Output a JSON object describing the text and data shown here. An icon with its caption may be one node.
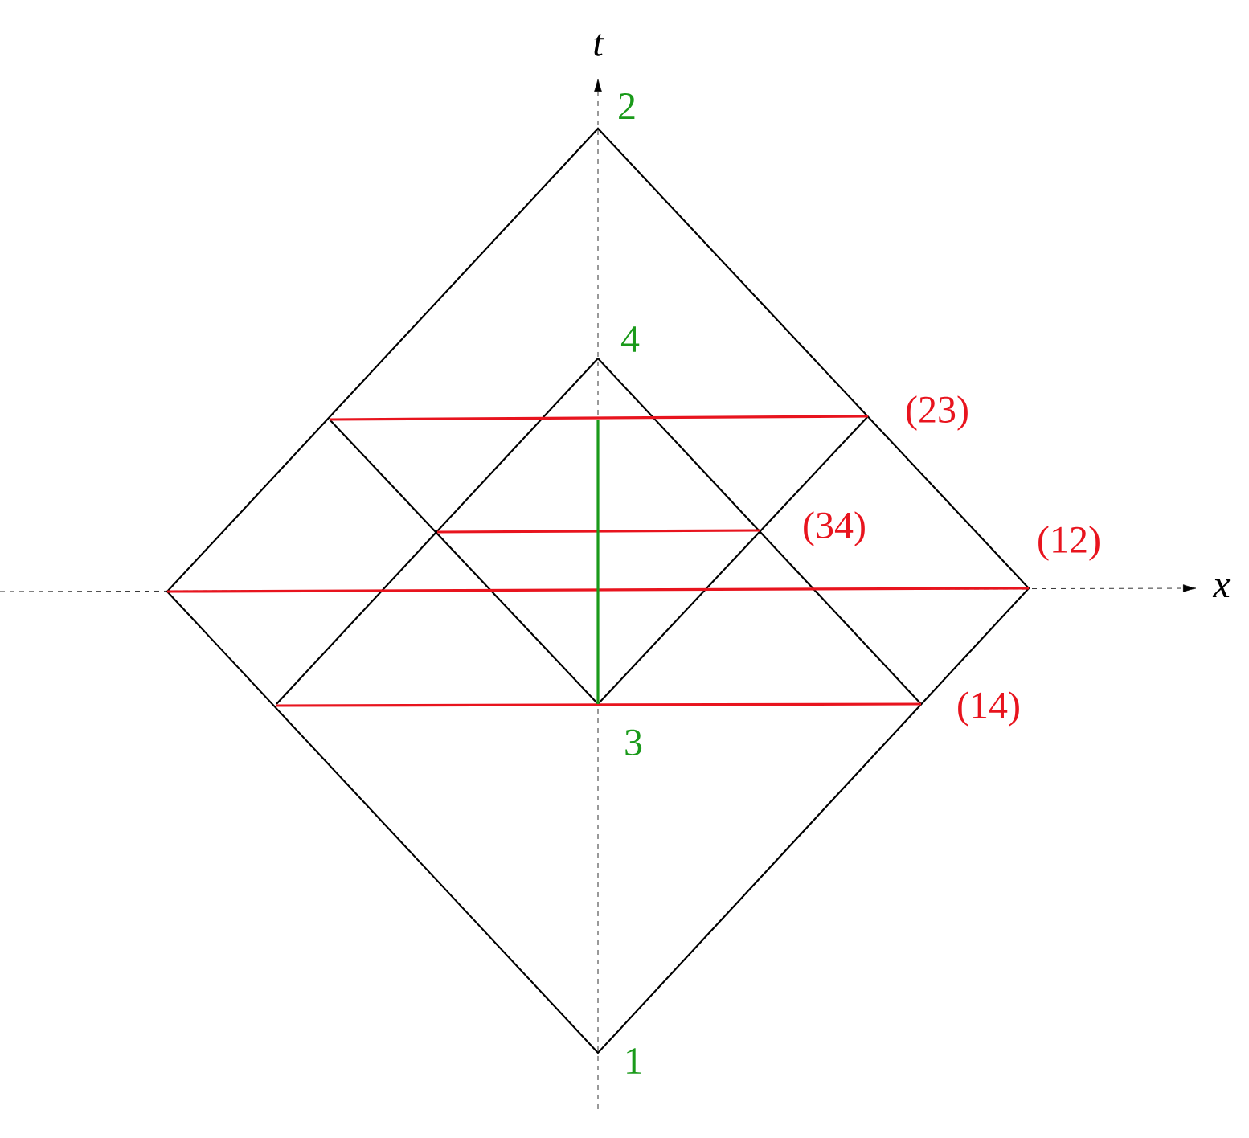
{
  "diagram": {
    "labels": [
      "t",
      "2",
      "4",
      "(23)",
      "(34)",
      "(12)",
      "x",
      "3",
      "(14)",
      "1"
    ]
  }
}
